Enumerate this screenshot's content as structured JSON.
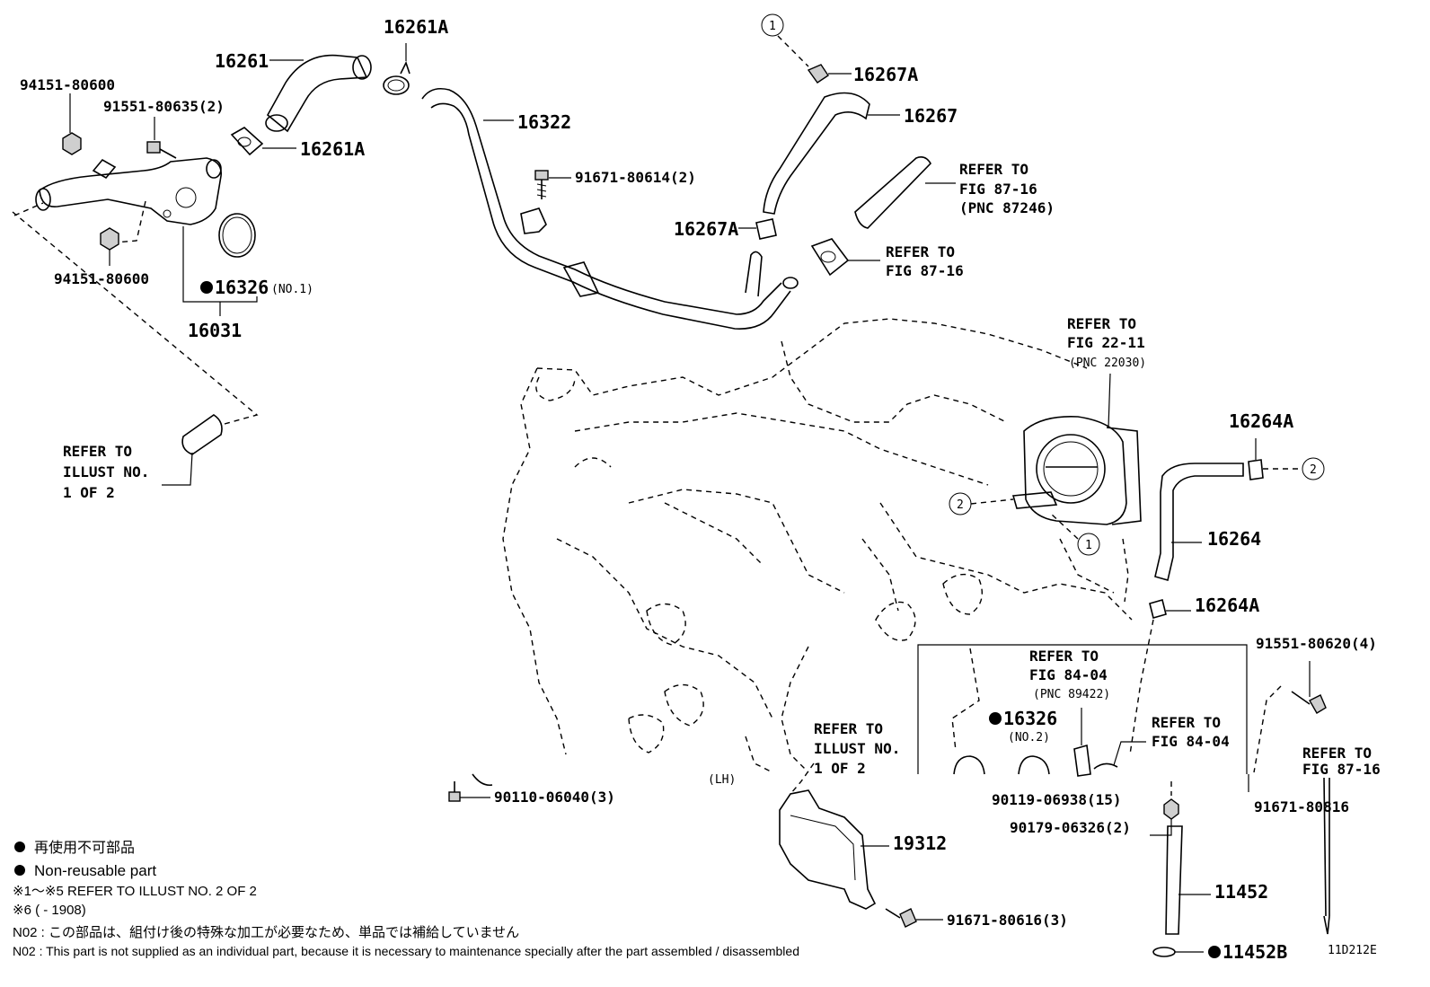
{
  "diagram_code": "11D212E",
  "parts": {
    "p16261": "16261",
    "p16261A_top": "16261A",
    "p16261A_left": "16261A",
    "p16322": "16322",
    "p16267A_top": "16267A",
    "p16267": "16267",
    "p16267A_mid": "16267A",
    "p94151_top": "94151-80600",
    "p91551_80635": "91551-80635(2)",
    "p94151_bot": "94151-80600",
    "p16326_no1": "16326",
    "p16326_no1_note": "(NO.1)",
    "p16031": "16031",
    "p91671_80614": "91671-80614(2)",
    "p16264A_top": "16264A",
    "p16264": "16264",
    "p16264A_bot": "16264A",
    "p91551_80620": "91551-80620(4)",
    "p16326_no2": "16326",
    "p16326_no2_note": "(NO.2)",
    "p90119": "90119-06938(15)",
    "p90179": "90179-06326(2)",
    "p91671_80816": "91671-80816",
    "p90110": "90110-06040(3)",
    "p19312": "19312",
    "p91671_80616": "91671-80616(3)",
    "p11452": "11452",
    "p11452B": "11452B",
    "lh": "(LH)"
  },
  "refs": {
    "r_87246_a": "REFER TO",
    "r_87246_b": "FIG 87-16",
    "r_87246_c": "(PNC 87246)",
    "r_8716_a": "REFER TO",
    "r_8716_b": "FIG 87-16",
    "r_2211_a": "REFER TO",
    "r_2211_b": "FIG 22-11",
    "r_2211_c": "(PNC 22030)",
    "r_illust1_a": "REFER TO",
    "r_illust1_b": "ILLUST NO.",
    "r_illust1_c": "1 OF 2",
    "r_8404a_a": "REFER TO",
    "r_8404a_b": "FIG 84-04",
    "r_8404a_c": "(PNC 89422)",
    "r_illust2_a": "REFER TO",
    "r_illust2_b": "ILLUST NO.",
    "r_illust2_c": "1 OF 2",
    "r_8404b_a": "REFER TO",
    "r_8404b_b": "FIG 84-04",
    "r_8716c_a": "REFER TO",
    "r_8716c_b": "FIG 87-16"
  },
  "callouts": {
    "c1": "1",
    "c2": "2"
  },
  "legend": {
    "jp_nonreusable": "再使用不可部品",
    "en_nonreusable": "Non-reusable part",
    "note1": "※1～※5 REFER TO ILLUST NO. 2 OF 2",
    "note2": "※6 (         - 1908)",
    "n02_jp": "N02 : この部品は、組付け後の特殊な加工が必要なため、単品では補給していません",
    "n02_en": "N02 : This part is not supplied as an individual part, because it is necessary to maintenance specially after the part assembled / disassembled"
  }
}
